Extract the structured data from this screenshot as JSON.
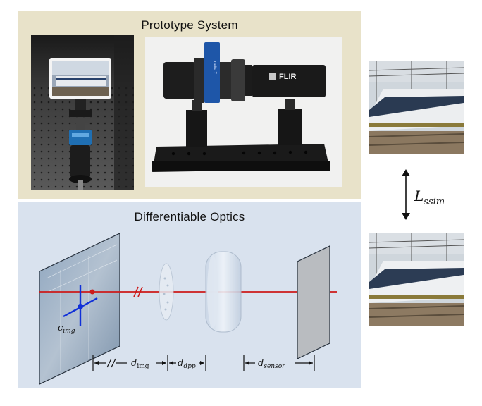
{
  "prototype": {
    "title": "Prototype System",
    "camera_brand": "FLIR",
    "camera_model": "delta 7"
  },
  "optics": {
    "title": "Differentiable Optics",
    "c_img": "c",
    "c_img_sub": "img",
    "d_img": "d",
    "d_img_sub": "img",
    "d_dpp": "d",
    "d_dpp_sub": "dpp",
    "d_sensor": "d",
    "d_sensor_sub": "sensor"
  },
  "loss": {
    "symbol": "L",
    "sub": "ssim"
  },
  "colors": {
    "beam": "#cc1a1a",
    "axis_marker": "#1030d8",
    "prototype_bg": "#e8e2c9",
    "optics_bg": "#d9e2ee"
  }
}
